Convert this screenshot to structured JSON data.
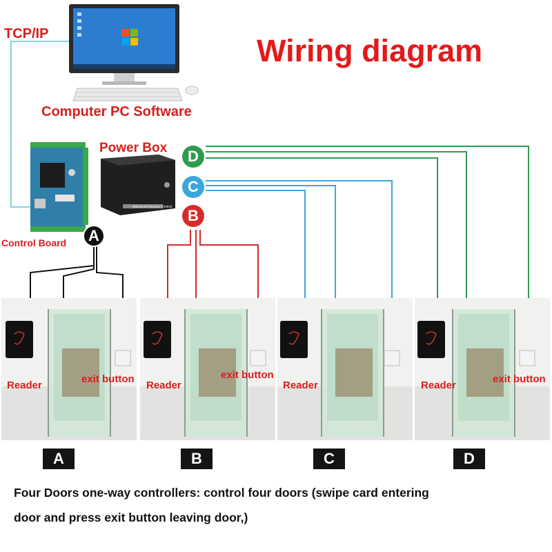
{
  "title": "Wiring diagram",
  "labels": {
    "tcp": "TCP/IP",
    "pc_software": "Computer PC Software",
    "power_box": "Power Box",
    "power_box_plate": "Advanced Access Control",
    "control_board": "Control Board"
  },
  "badges": {
    "a": "A",
    "b": "B",
    "c": "C",
    "d": "D"
  },
  "doors": [
    {
      "letter": "A",
      "reader_label": "Reader",
      "exit_label": "exit button"
    },
    {
      "letter": "B",
      "reader_label": "Reader",
      "exit_label": "exit button"
    },
    {
      "letter": "C",
      "reader_label": "Reader",
      "exit_label": ""
    },
    {
      "letter": "D",
      "reader_label": "Reader",
      "exit_label": "exit button"
    }
  ],
  "caption": {
    "line1": "Four Doors one-way controllers: control four doors (swipe card entering",
    "line2": "door and press exit button leaving door,)"
  },
  "colors": {
    "title_red": "#e31a1a",
    "label_red": "#d81e1e",
    "tcp_wire": "#7fd3e6",
    "door_a_wire": "#111111",
    "door_b_wire": "#d42b2b",
    "door_c_wire": "#3aa6dc",
    "door_d_wire": "#2e9a4e"
  }
}
